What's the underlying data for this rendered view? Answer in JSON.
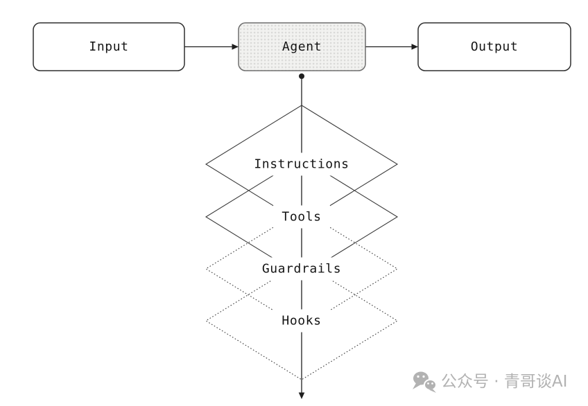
{
  "diagram": {
    "nodes": {
      "input": {
        "label": "Input"
      },
      "agent": {
        "label": "Agent"
      },
      "output": {
        "label": "Output"
      }
    },
    "layers": [
      {
        "label": "Instructions",
        "border": "solid"
      },
      {
        "label": "Tools",
        "border": "solid"
      },
      {
        "label": "Guardrails",
        "border": "dotted"
      },
      {
        "label": "Hooks",
        "border": "dotted"
      }
    ],
    "colors": {
      "line": "#1f1f1f",
      "box_border": "#2e2e2e",
      "agent_border": "#6e6e6e",
      "agent_fill": "#f2f2f0",
      "agent_pattern_dot": "#d7d7d5",
      "text": "#141414",
      "watermark": "#b2b2b2"
    }
  },
  "watermark": {
    "icon": "wechat-icon",
    "text": "公众号 · 青哥谈AI"
  }
}
